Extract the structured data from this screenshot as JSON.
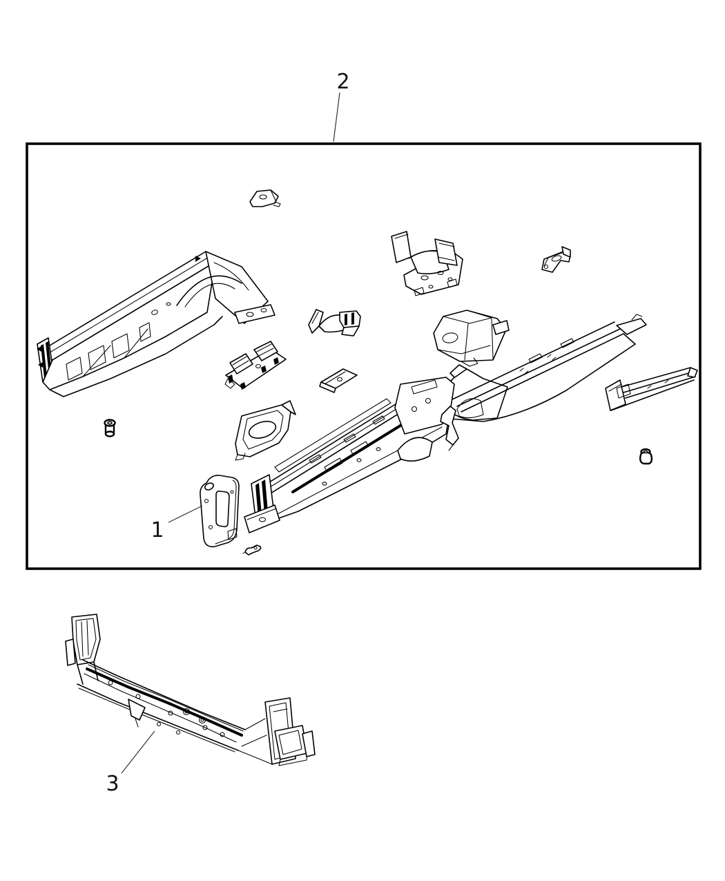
{
  "page": {
    "background": "#ffffff",
    "line_color": "#000000"
  },
  "callouts": {
    "frame_assembly": {
      "label": "2"
    },
    "closing_plate": {
      "label": "1"
    },
    "crossmember": {
      "label": "3"
    }
  }
}
